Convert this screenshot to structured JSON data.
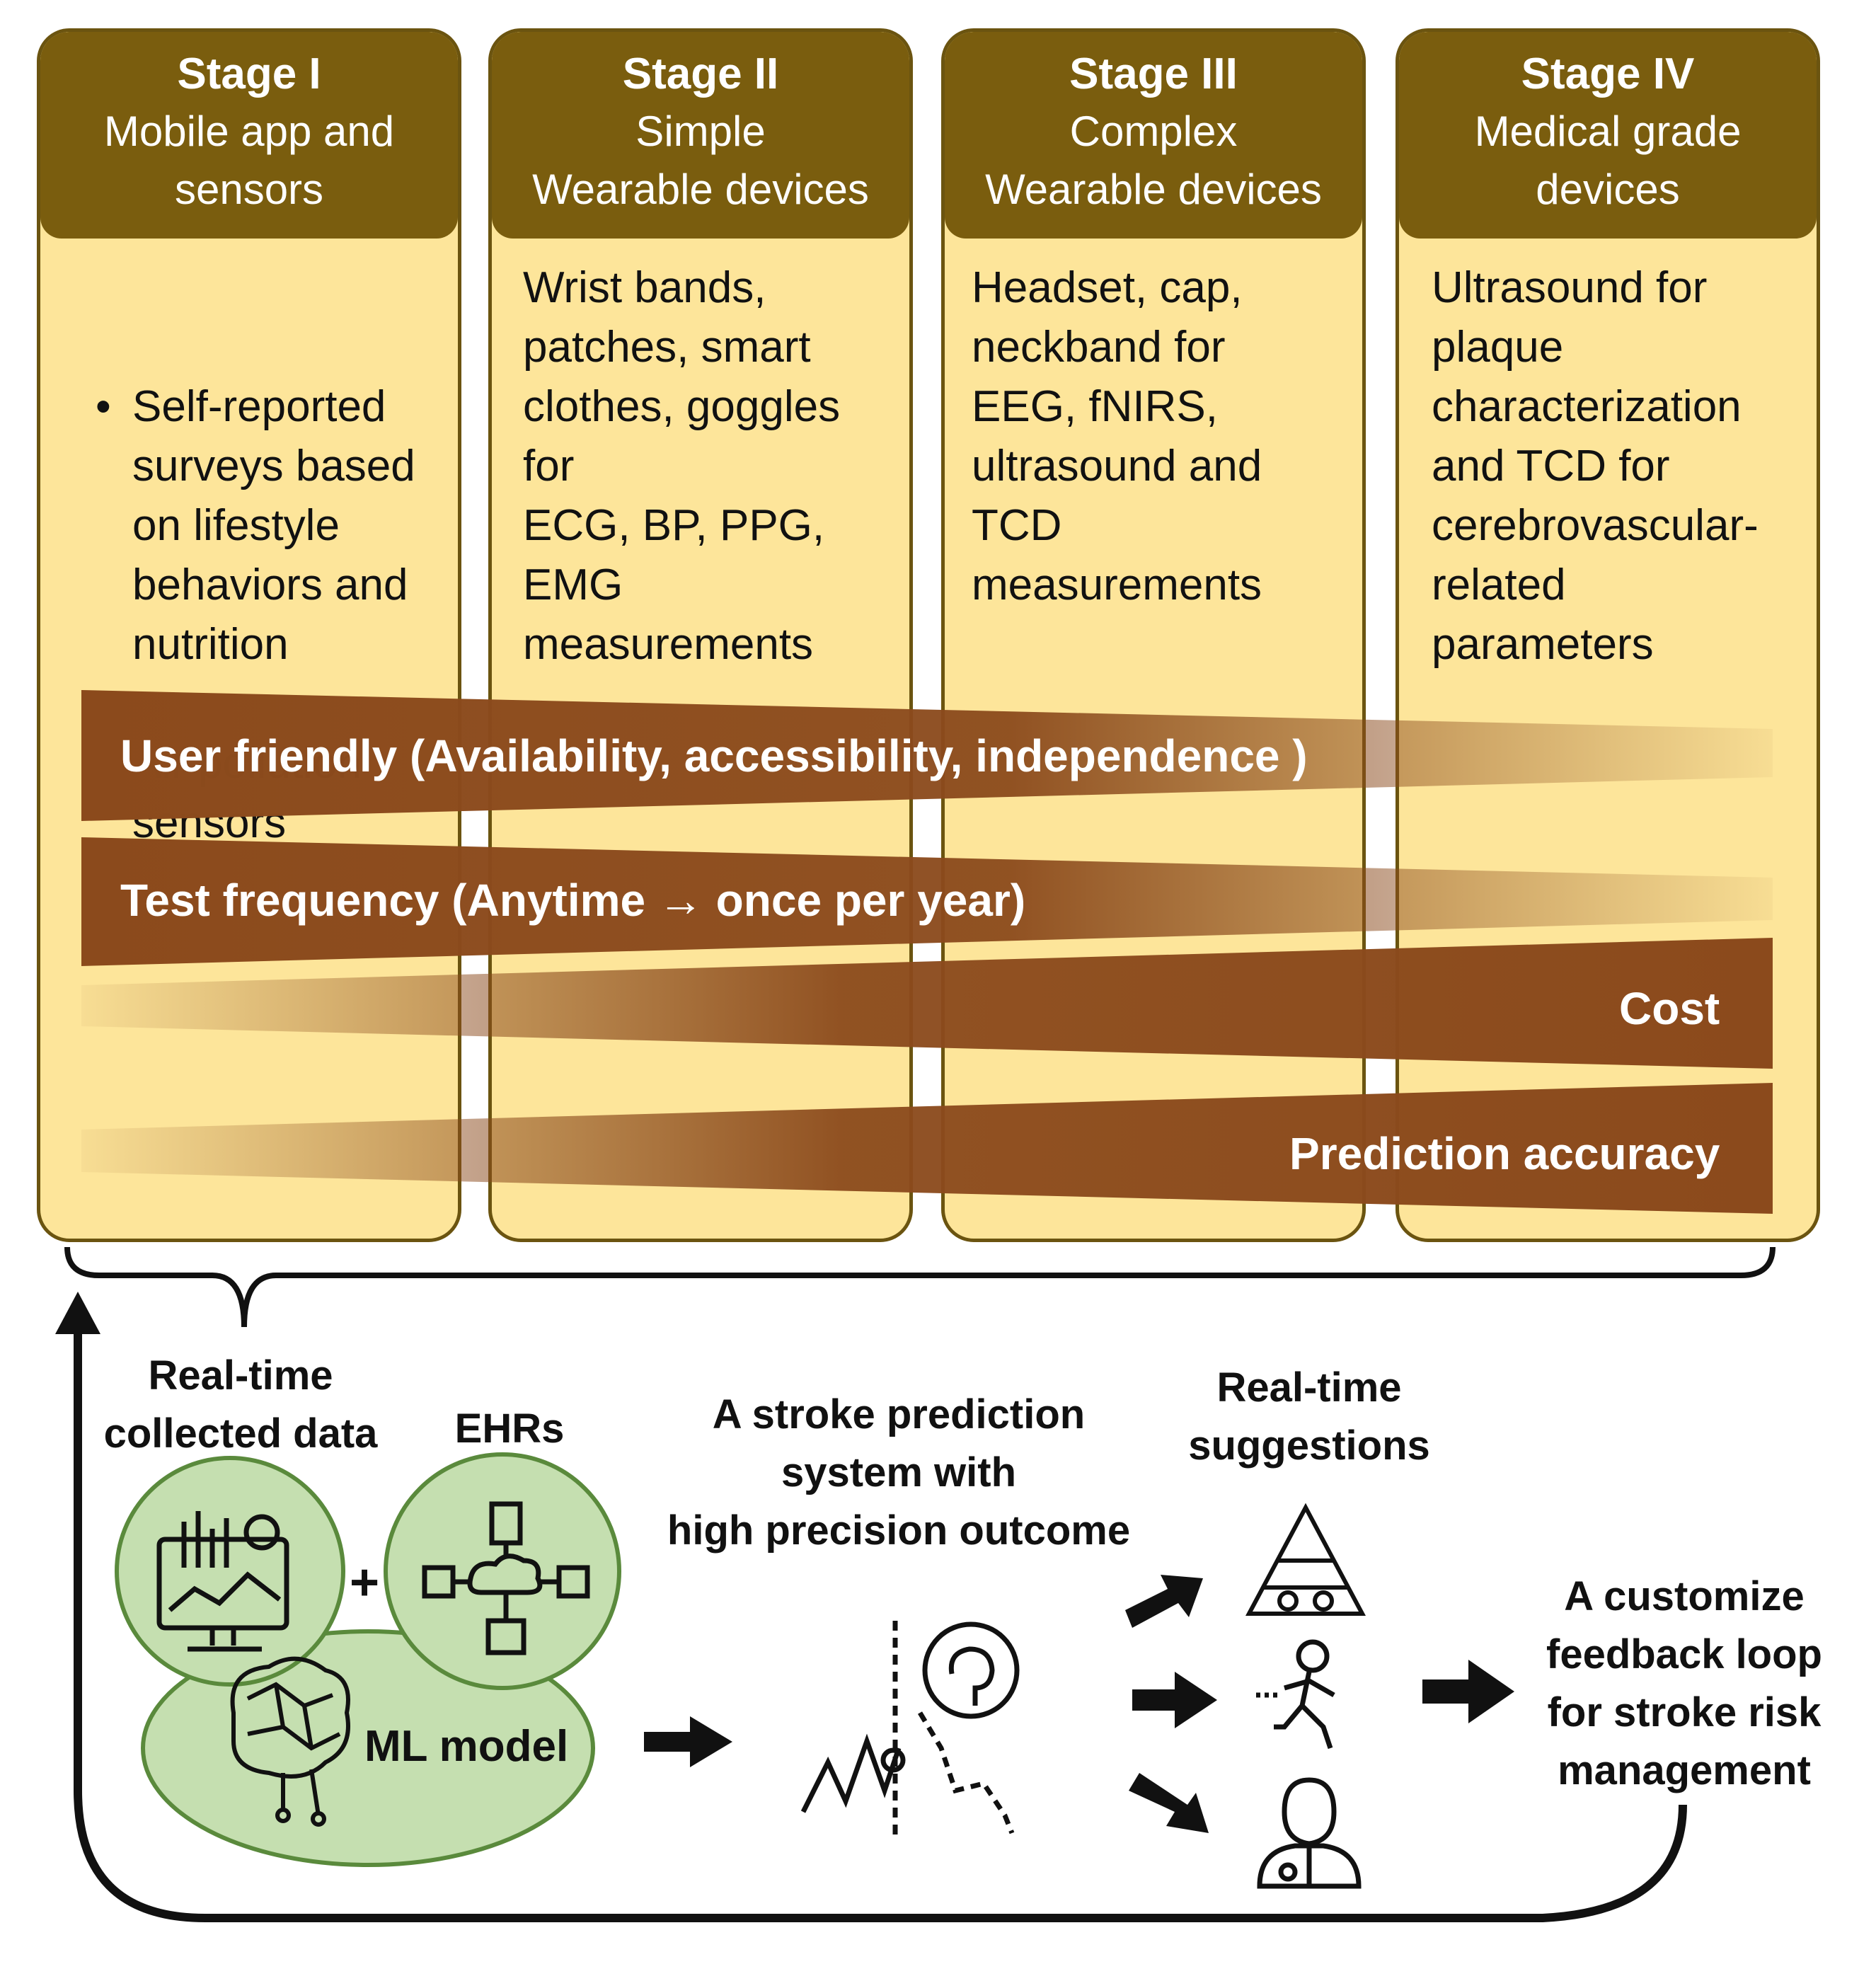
{
  "stages": [
    {
      "title": "Stage I",
      "subtitle": "Mobile app and\nsensors",
      "bullets": [
        "Self-reported\nsurveys based\non lifestyle\nbehaviors and\nnutrition",
        "Air pollution\nsensors"
      ]
    },
    {
      "title": "Stage II",
      "subtitle": "Simple\nWearable devices",
      "body": "Wrist bands,\npatches, smart\nclothes, goggles\nfor\nECG, BP, PPG, EMG\nmeasurements"
    },
    {
      "title": "Stage III",
      "subtitle": "Complex\nWearable devices",
      "body": "Headset, cap,\nneckband for\nEEG, fNIRS,\nultrasound and\nTCD measurements"
    },
    {
      "title": "Stage IV",
      "subtitle": "Medical grade\ndevices",
      "body": "Ultrasound for\nplaque\ncharacterization\nand TCD for\ncerebrovascular-\nrelated\nparameters"
    }
  ],
  "trends": {
    "user_friendly": "User friendly (Availability, accessibility, independence )",
    "test_frequency": "Test frequency (Anytime → once per year)",
    "cost": "Cost",
    "prediction_accuracy": "Prediction accuracy"
  },
  "pipeline": {
    "realtime_data": "Real-time\ncollected data",
    "ehrs": "EHRs",
    "plus": "+",
    "ml_model": "ML model",
    "prediction_system": "A stroke prediction\nsystem with\nhigh precision outcome",
    "suggestions": "Real-time\nsuggestions",
    "feedback": "A customize\nfeedback loop\nfor stroke risk\nmanagement"
  },
  "colors": {
    "stage_header": "#7a5d0e",
    "stage_fill": "#fde59a",
    "trend_bar": "#8b4a1c",
    "circle_fill": "#c5dfb0",
    "circle_stroke": "#5a8a3c"
  }
}
